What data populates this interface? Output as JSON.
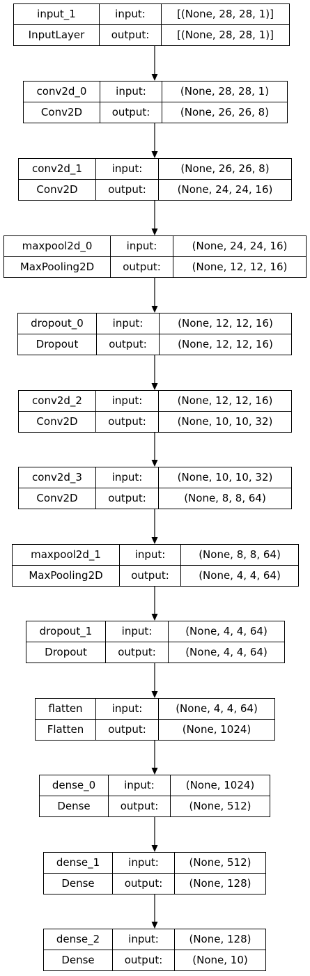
{
  "labels": {
    "input": "input:",
    "output": "output:"
  },
  "layers": [
    {
      "name": "input_1",
      "type": "InputLayer",
      "input_shape": "[(None, 28, 28, 1)]",
      "output_shape": "[(None, 28, 28, 1)]"
    },
    {
      "name": "conv2d_0",
      "type": "Conv2D",
      "input_shape": "(None, 28, 28, 1)",
      "output_shape": "(None, 26, 26, 8)"
    },
    {
      "name": "conv2d_1",
      "type": "Conv2D",
      "input_shape": "(None, 26, 26, 8)",
      "output_shape": "(None, 24, 24, 16)"
    },
    {
      "name": "maxpool2d_0",
      "type": "MaxPooling2D",
      "input_shape": "(None, 24, 24, 16)",
      "output_shape": "(None, 12, 12, 16)"
    },
    {
      "name": "dropout_0",
      "type": "Dropout",
      "input_shape": "(None, 12, 12, 16)",
      "output_shape": "(None, 12, 12, 16)"
    },
    {
      "name": "conv2d_2",
      "type": "Conv2D",
      "input_shape": "(None, 12, 12, 16)",
      "output_shape": "(None, 10, 10, 32)"
    },
    {
      "name": "conv2d_3",
      "type": "Conv2D",
      "input_shape": "(None, 10, 10, 32)",
      "output_shape": "(None, 8, 8, 64)"
    },
    {
      "name": "maxpool2d_1",
      "type": "MaxPooling2D",
      "input_shape": "(None, 8, 8, 64)",
      "output_shape": "(None, 4, 4, 64)"
    },
    {
      "name": "dropout_1",
      "type": "Dropout",
      "input_shape": "(None, 4, 4, 64)",
      "output_shape": "(None, 4, 4, 64)"
    },
    {
      "name": "flatten",
      "type": "Flatten",
      "input_shape": "(None, 4, 4, 64)",
      "output_shape": "(None, 1024)"
    },
    {
      "name": "dense_0",
      "type": "Dense",
      "input_shape": "(None, 1024)",
      "output_shape": "(None, 512)"
    },
    {
      "name": "dense_1",
      "type": "Dense",
      "input_shape": "(None, 512)",
      "output_shape": "(None, 128)"
    },
    {
      "name": "dense_2",
      "type": "Dense",
      "input_shape": "(None, 128)",
      "output_shape": "(None, 10)"
    }
  ]
}
